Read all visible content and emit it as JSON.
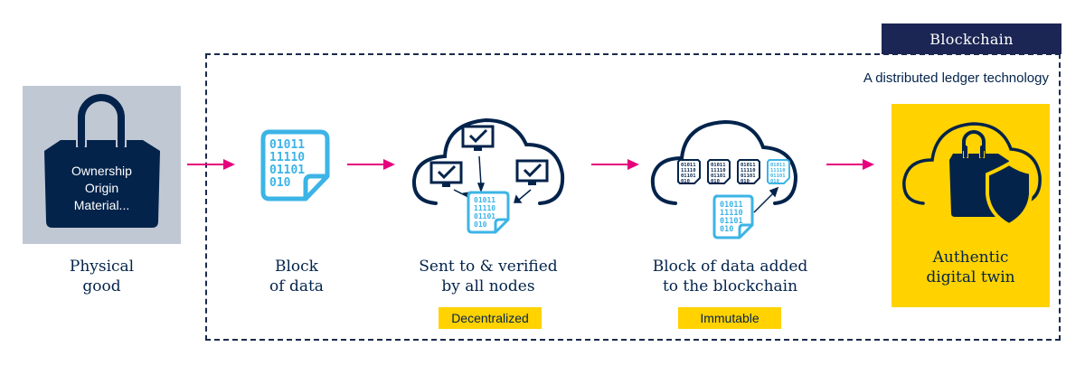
{
  "blockchain": {
    "title": "Blockchain",
    "subtitle": "A distributed ledger technology"
  },
  "steps": [
    {
      "id": "physical-good",
      "label_line1": "Physical",
      "label_line2": "good",
      "icon_text": [
        "Ownership",
        "Origin",
        "Material..."
      ],
      "icon": "shopping-bag-icon"
    },
    {
      "id": "block-of-data",
      "label_line1": "Block",
      "label_line2": "of data",
      "icon": "data-document-icon",
      "binary": [
        "01011",
        "11110",
        "01101",
        "010"
      ]
    },
    {
      "id": "verified-by-nodes",
      "label_line1": "Sent to & verified",
      "label_line2": "by all nodes",
      "badge": "Decentralized",
      "icon": "cloud-nodes-icon"
    },
    {
      "id": "added-to-chain",
      "label_line1": "Block of data added",
      "label_line2": "to the blockchain",
      "badge": "Immutable",
      "icon": "cloud-chain-icon"
    },
    {
      "id": "digital-twin",
      "label_line1": "Authentic",
      "label_line2": "digital twin",
      "icon": "cloud-bag-shield-icon"
    }
  ],
  "colors": {
    "navy": "#03234b",
    "header_navy": "#1b2654",
    "light_blue": "#3cb4e6",
    "pink_arrow": "#e6007e",
    "yellow": "#ffd200",
    "grey_box": "#c0c8d3"
  }
}
